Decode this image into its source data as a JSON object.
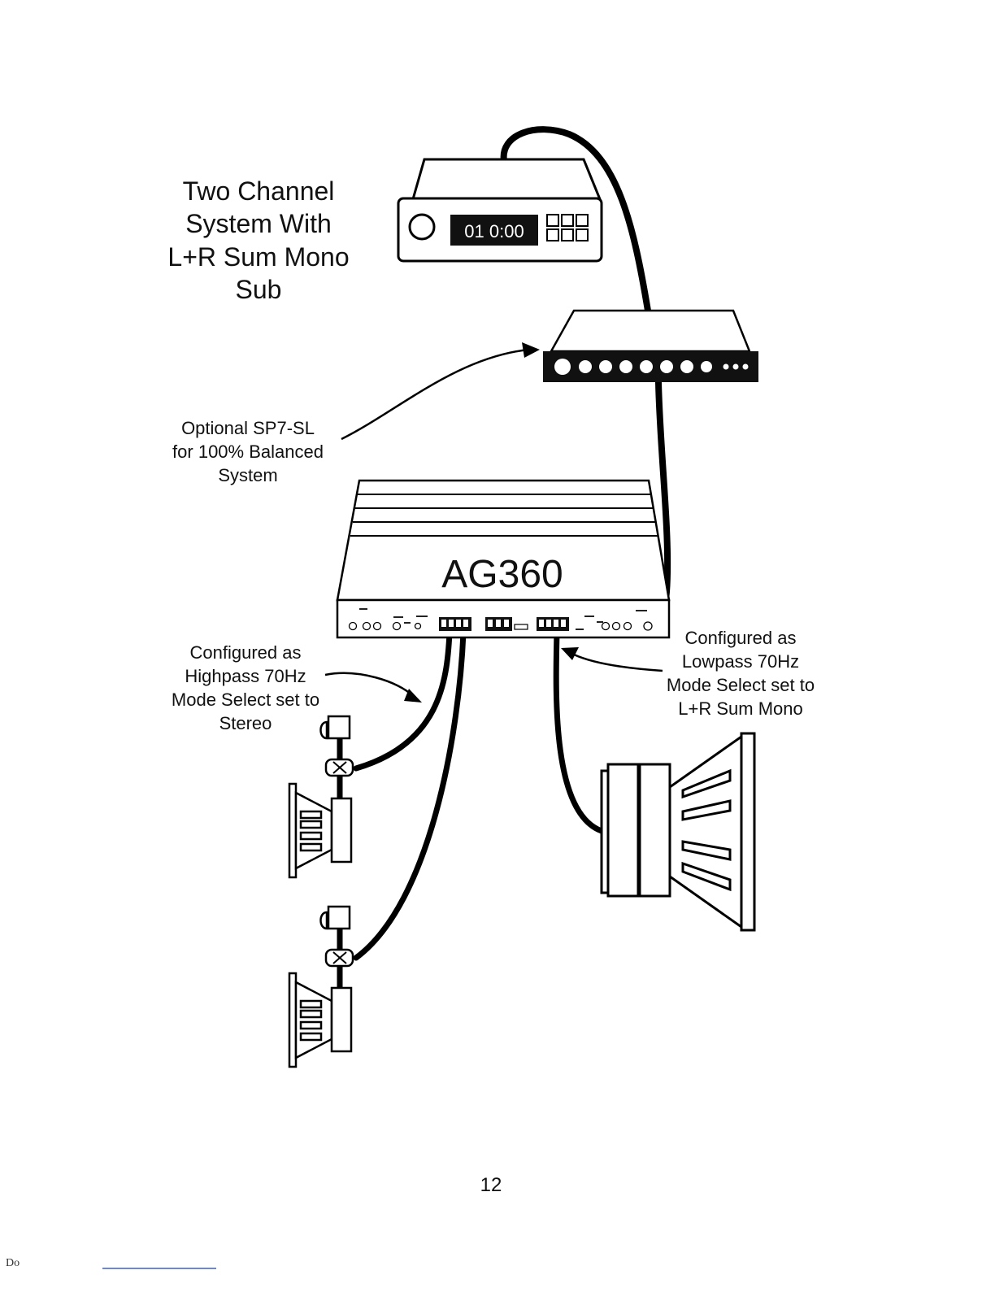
{
  "diagram": {
    "title_lines": [
      "Two Channel",
      "System With",
      "L+R Sum Mono",
      "Sub"
    ],
    "head_unit": {
      "display": "01  0:00"
    },
    "sp7_note_lines": [
      "Optional SP7-SL",
      "for 100% Balanced",
      "System"
    ],
    "amp": {
      "model": "AG360"
    },
    "highpass_note_lines": [
      "Configured as",
      "Highpass 70Hz",
      "Mode Select set to",
      "Stereo"
    ],
    "lowpass_note_lines": [
      "Configured as",
      "Lowpass 70Hz",
      "Mode Select set to",
      "L+R Sum Mono"
    ]
  },
  "page_number": "12",
  "footer": {
    "fragment": "Do"
  }
}
